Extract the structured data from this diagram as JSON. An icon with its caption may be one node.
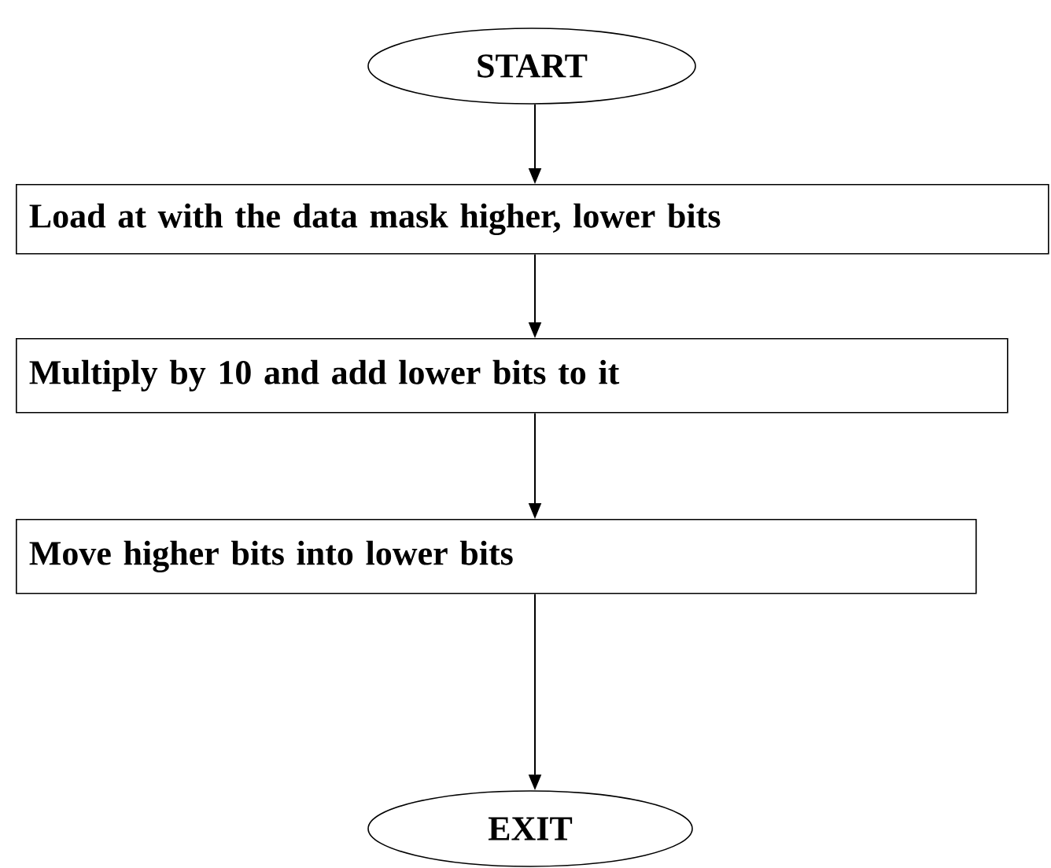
{
  "diagram": {
    "nodes": [
      {
        "text": [
          "START"
        ]
      },
      {
        "text": [
          "Load at with the data mask higher, lower bits"
        ]
      },
      {
        "text": [
          "Multiply by 10 and add lower bits to it"
        ]
      },
      {
        "text": [
          "Move higher bits into lower bits"
        ]
      },
      {
        "text": [
          "EXIT"
        ]
      }
    ],
    "edges": [
      {
        "from": 0,
        "to": 1,
        "arrow": "to"
      },
      {
        "from": 1,
        "to": 2,
        "arrow": "to"
      },
      {
        "from": 2,
        "to": 3,
        "arrow": "to"
      },
      {
        "from": 3,
        "to": 4,
        "arrow": "to"
      }
    ]
  }
}
